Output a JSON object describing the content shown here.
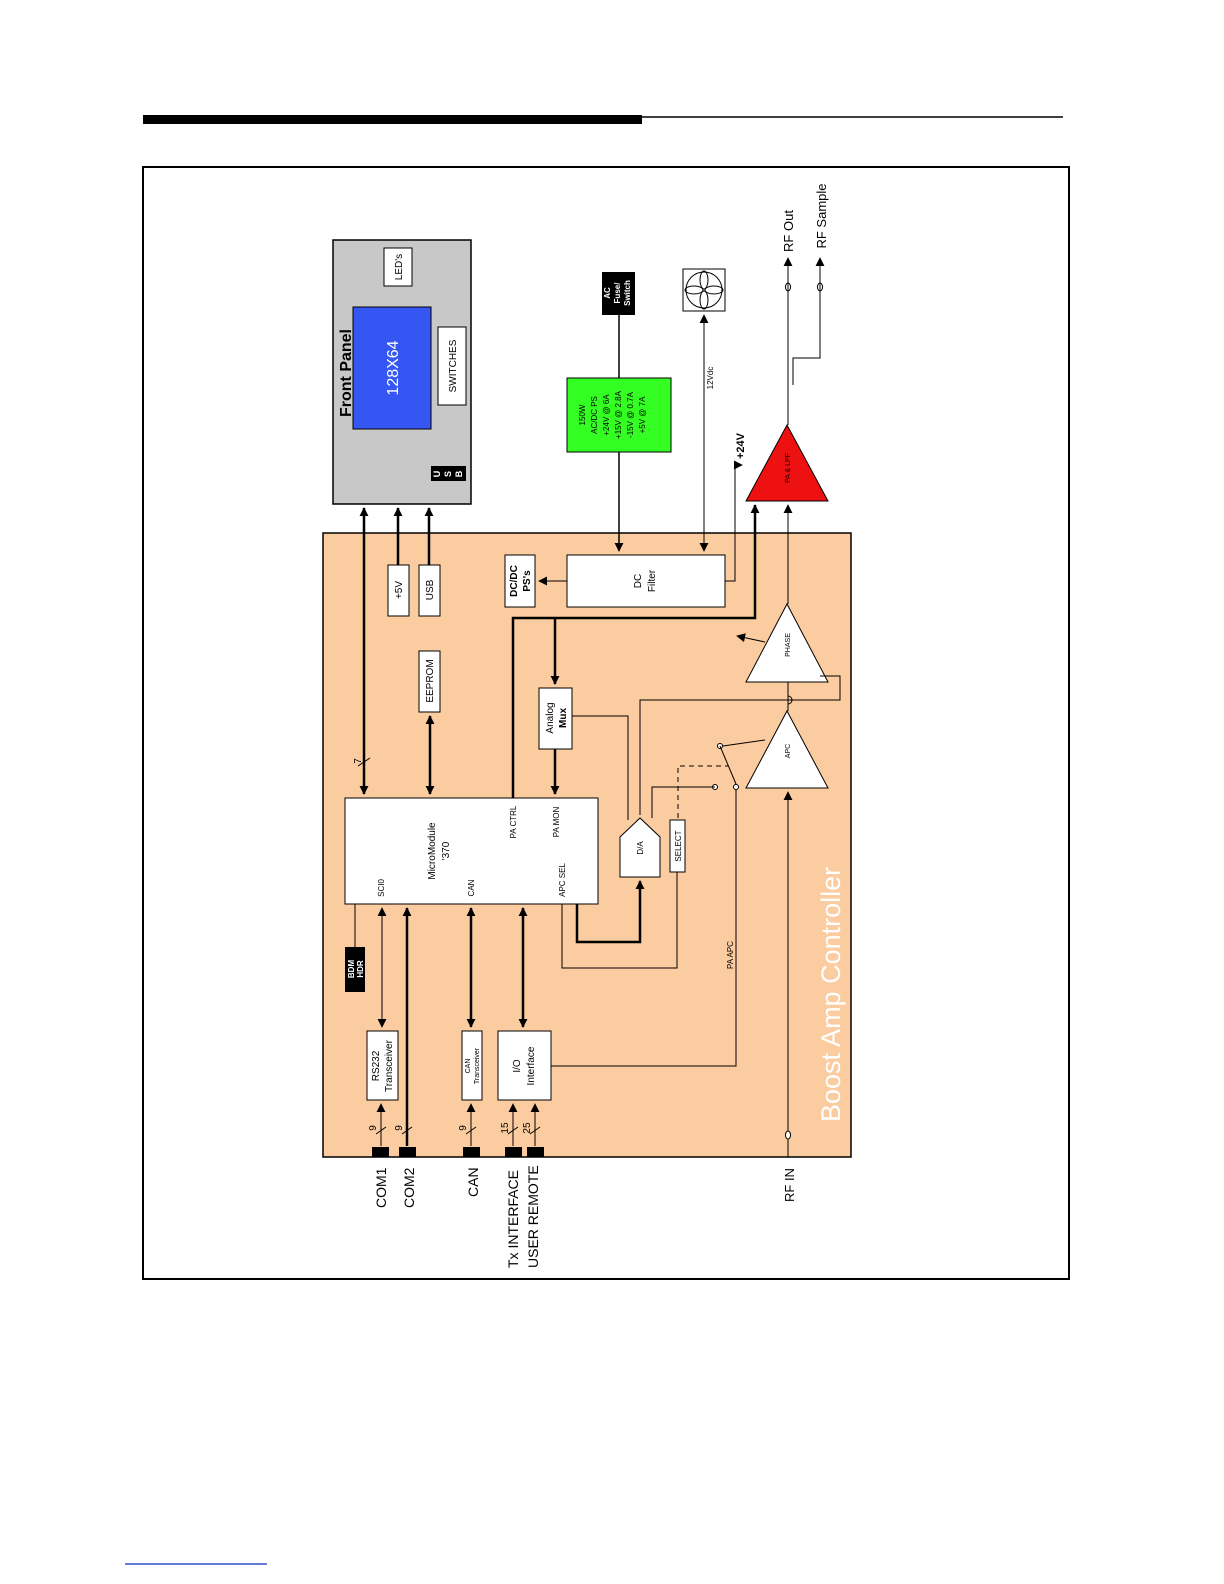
{
  "diagram": {
    "controller_title": "Boost Amp Controller",
    "front_panel": {
      "title": "Front Panel",
      "display": "128X64",
      "leds": "LED's",
      "switches": "SWITCHES",
      "usb_letters": [
        "U",
        "S",
        "B"
      ]
    },
    "power_supply": {
      "lines": [
        "150W",
        "AC/DC PS",
        "+24V @ 6A",
        "+15V @ 2.8A",
        "-15V @ 0.7A",
        "+5V @ 7A"
      ]
    },
    "ac_box": {
      "lines": [
        "AC",
        "Fuse/",
        "Switch"
      ]
    },
    "fan_voltage": "12Vdc",
    "plus24": "+24V",
    "pa": "PA & LPF",
    "rf_out": "RF Out",
    "rf_sample": "RF Sample",
    "rf_in": "RF IN",
    "plus5v": "+5V",
    "usb": "USB",
    "eeprom": "EEPROM",
    "dcdc": [
      "DC/DC",
      "PS's"
    ],
    "dc_filter": [
      "DC",
      "Filter"
    ],
    "phase": "PHASE",
    "apc": "APC",
    "analog_mux": [
      "Analog",
      "Mux"
    ],
    "dva": "D/A",
    "select": "SELECT",
    "micromodule": {
      "name": [
        "MicroModule",
        "'370"
      ],
      "pa_ctrl": "PA CTRL",
      "pa_mon": "PA MON",
      "apc_sel": "APC SEL",
      "can": "CAN",
      "sci0": "SCI0"
    },
    "pa_apc": "PA APC",
    "bdm": [
      "BDM",
      "HDR"
    ],
    "rs232": [
      "RS232",
      "Transceiver"
    ],
    "can_xcvr": [
      "CAN",
      "Transceiver"
    ],
    "io": [
      "I/O",
      "Interface"
    ],
    "bus_7": "7",
    "pin_counts": {
      "com1": "9",
      "com2": "9",
      "can": "9",
      "tx": "15",
      "user": "25"
    },
    "ports": {
      "com1": "COM1",
      "com2": "COM2",
      "can": "CAN",
      "tx": "Tx INTERFACE",
      "user": "USER REMOTE"
    }
  },
  "colors": {
    "controller_fill": "#fbcc9f",
    "front_panel_fill": "#c8c8c8",
    "display_fill": "#3656f4",
    "psu_fill": "#33ff22",
    "pa_fill": "#ee1111",
    "dark_box": "#000000"
  }
}
